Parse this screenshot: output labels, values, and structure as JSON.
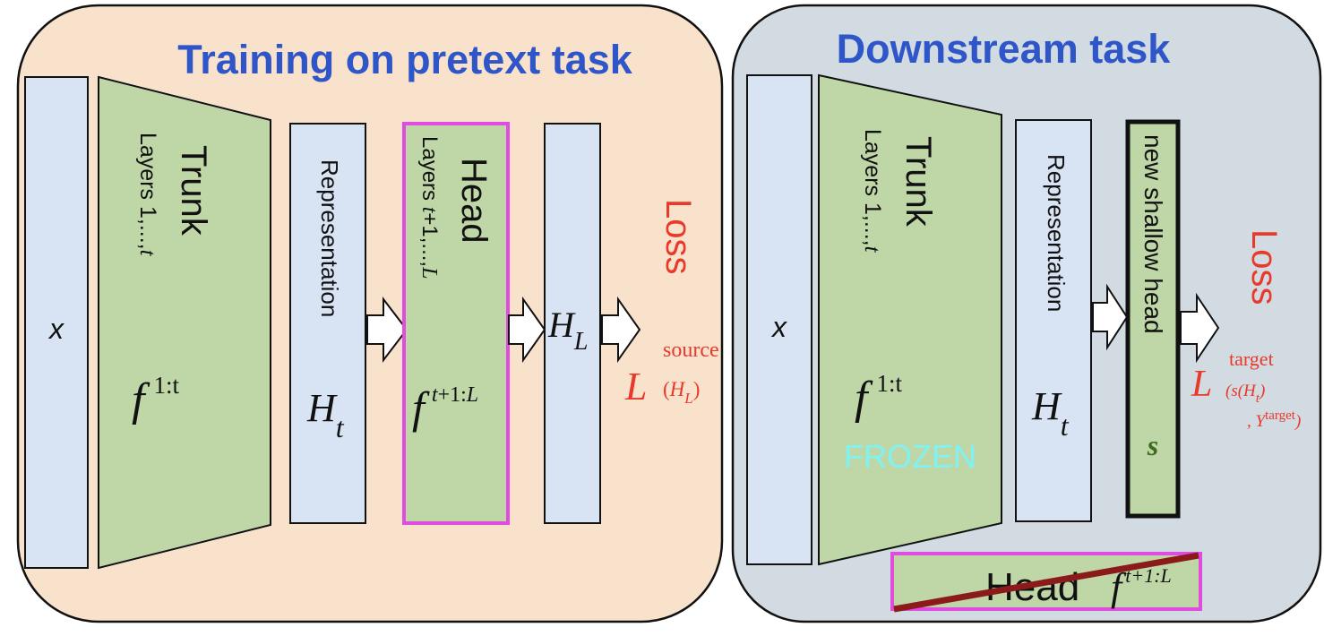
{
  "pretext": {
    "title": "Training on pretext task",
    "input": "x",
    "trunk": {
      "title": "Trunk",
      "layers_prefix": "Layers 1,...,",
      "layers_var": "t",
      "func": "f",
      "func_sup": "1:t"
    },
    "representation": {
      "label": "Representation",
      "var": "H",
      "var_sub": "t"
    },
    "head": {
      "title": "Head",
      "layers_prefix": "Layers ",
      "layers_t": "t",
      "layers_mid": "+1,...,",
      "layers_L": "L",
      "func": "f",
      "func_sup_t": "t",
      "func_sup_rest": "+1:",
      "func_sup_L": "L"
    },
    "output": {
      "var": "H",
      "var_sub": "L"
    },
    "loss": {
      "label": "Loss",
      "symbol": "L",
      "sup": "source",
      "args_open": "(",
      "arg_var": "H",
      "arg_sub": "L",
      "args_close": ")"
    }
  },
  "downstream": {
    "title": "Downstream task",
    "input": "x",
    "trunk": {
      "title": "Trunk",
      "layers_prefix": "Layers 1,...,",
      "layers_var": "t",
      "func": "f",
      "func_sup": "1:t",
      "frozen": "FROZEN"
    },
    "representation": {
      "label": "Representation",
      "var": "H",
      "var_sub": "t"
    },
    "new_head": {
      "label": "new shallow head",
      "func": "s"
    },
    "loss": {
      "label": "Loss",
      "symbol": "L",
      "sup": "target",
      "args_line1": "(s(H",
      "args_line1_sub": "t",
      "args_line1_close": ")",
      "args_line2": ", Y",
      "args_line2_sup": "target",
      "args_line2_close": ")"
    },
    "discarded_head": {
      "label": "Head",
      "func": "f",
      "func_sup": "t+1:L"
    }
  },
  "colors": {
    "pretext_panel": "#F9E2CC",
    "downstream_panel": "#D1DBE1",
    "title": "#2F56C8",
    "box_blue": "#D8E4F3",
    "box_green": "#BFD7A7",
    "highlight": "#E04CE0",
    "loss": "#E8392B",
    "frozen": "#7FF3F3",
    "strike": "#8B1A1A",
    "new_head_func": "#3E6B1E"
  }
}
